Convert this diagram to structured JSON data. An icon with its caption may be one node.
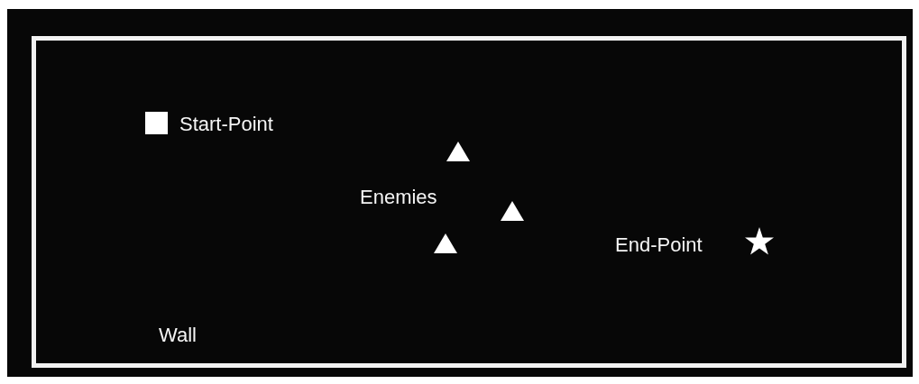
{
  "diagram": {
    "labels": [
      "Start-Point",
      "Enemies",
      "End-Point",
      "Wall"
    ]
  }
}
